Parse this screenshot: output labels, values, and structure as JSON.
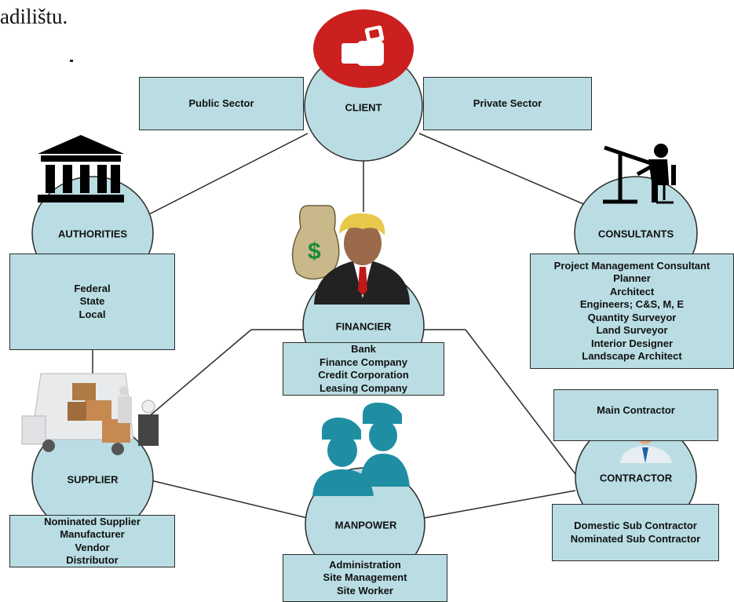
{
  "page": {
    "top_text": "adilištu."
  },
  "nodes": {
    "client": {
      "label": "CLIENT",
      "icon": "money-hand-icon"
    },
    "authorities": {
      "label": "AUTHORITIES",
      "icon": "government-building-icon"
    },
    "consultants": {
      "label": "CONSULTANTS",
      "icon": "drafter-at-desk-icon"
    },
    "financier": {
      "label": "FINANCIER",
      "icon": "businessman-moneybag-icon"
    },
    "supplier": {
      "label": "SUPPLIER",
      "icon": "delivery-truck-icon"
    },
    "manpower": {
      "label": "MANPOWER",
      "icon": "workers-hardhat-icon"
    },
    "contractor": {
      "label": "CONTRACTOR",
      "icon": "contractor-hardhat-icon"
    }
  },
  "boxes": {
    "public_sector": "Public Sector",
    "private_sector": "Private Sector",
    "authorities": [
      "Federal",
      "State",
      "Local"
    ],
    "consultants": [
      "Project Management Consultant",
      "Planner",
      "Architect",
      "Engineers; C&S, M, E",
      "Quantity Surveyor",
      "Land Surveyor",
      "Interior Designer",
      "Landscape Architect"
    ],
    "financier": [
      "Bank",
      "Finance Company",
      "Credit Corporation",
      "Leasing Company"
    ],
    "main_contractor": "Main Contractor",
    "supplier": [
      "Nominated Supplier",
      "Manufacturer",
      "Vendor",
      "Distributor"
    ],
    "manpower": [
      "Administration",
      "Site Management",
      "Site Worker"
    ],
    "contractor": [
      "Domestic Sub Contractor",
      "Nominated Sub Contractor"
    ]
  },
  "colors": {
    "fill": "#b9dde3",
    "stroke": "#2b2b2b",
    "client_icon_bg": "#cc1f1f",
    "worker_icon": "#1f8ea3",
    "hardhat": "#f2b705"
  }
}
